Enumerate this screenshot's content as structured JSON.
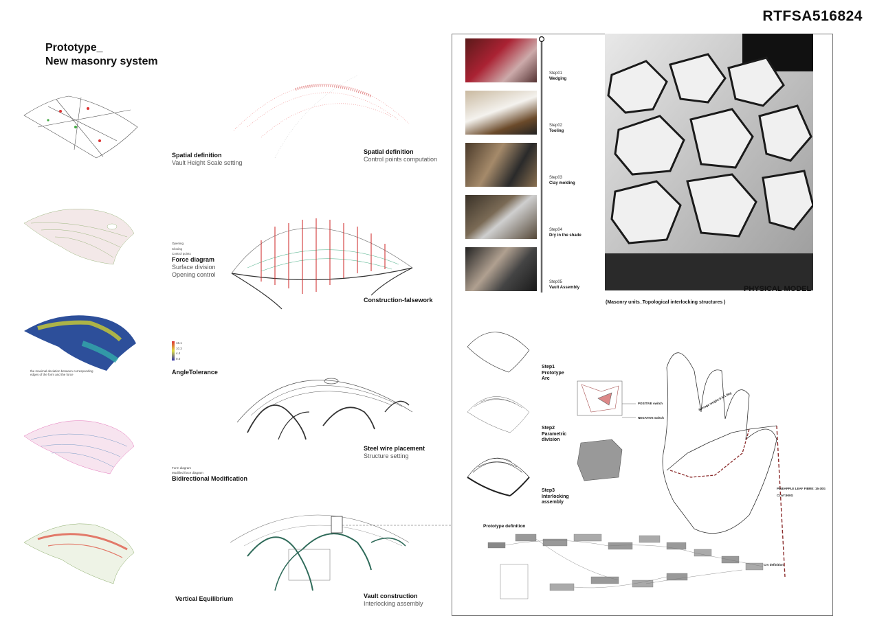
{
  "header": {
    "code": "RTFSA516824"
  },
  "title": {
    "line1": "Prototype_",
    "line2": "New masonry system"
  },
  "captions": {
    "c1": {
      "title": "Spatial definition",
      "sub": "Vault Height Scale setting"
    },
    "c2": {
      "title": "Spatial definition",
      "sub": "Control points computation"
    },
    "c3": {
      "title": "Force diagram",
      "sub1": "Surface division",
      "sub2": "Opening control"
    },
    "c4": {
      "title": "Construction-falsework"
    },
    "c5": {
      "title": "AngleTolerance"
    },
    "c6": {
      "title": "Steel wire placement",
      "sub": "Structure setting"
    },
    "c7": {
      "title": "Bidirectional Modification"
    },
    "c8": {
      "title": "Vertical Equilibrium"
    },
    "c9": {
      "title": "Vault construction",
      "sub": "Interlocking assembly"
    }
  },
  "legends": {
    "force": [
      "Opening",
      "Closing",
      "Control points"
    ],
    "angle_note": "the maximal deviation between corresponding edges of the form and the force",
    "angle_scale": [
      "16.1",
      "10.3",
      "4.4",
      "0.0"
    ],
    "bidir": [
      "Form diagram",
      "Modified force diagram"
    ]
  },
  "process_steps": [
    {
      "num": "Step01",
      "name": "Wedging"
    },
    {
      "num": "Step02",
      "name": "Tooling"
    },
    {
      "num": "Step03",
      "name": "Clay molding"
    },
    {
      "num": "Step04",
      "name": "Dry in the shade"
    },
    {
      "num": "Step05",
      "name": "Vault Assembly"
    }
  ],
  "physical": {
    "label": "PHYSICAL MODEL",
    "caption": "(Masonry units_Topological interlocking structures )"
  },
  "proto_steps": [
    {
      "num": "Step1",
      "l1": "Prototype",
      "l2": "Arc"
    },
    {
      "num": "Step2",
      "l1": "Parametric",
      "l2": "division"
    },
    {
      "num": "Step3",
      "l1": "Interlocking",
      "l2": "assembly"
    }
  ],
  "switches": {
    "positive": "POSITIVE switch",
    "negative": "NEGATIVE switch"
  },
  "hand": {
    "weight": "Average weight:0.5-1.5kg",
    "fibre": "PINEAPPLE LEAF FIBRE: 15-30G",
    "clay": "CLAY:900G"
  },
  "definition": {
    "title": "Prototype definition",
    "out": "Crv definition"
  }
}
